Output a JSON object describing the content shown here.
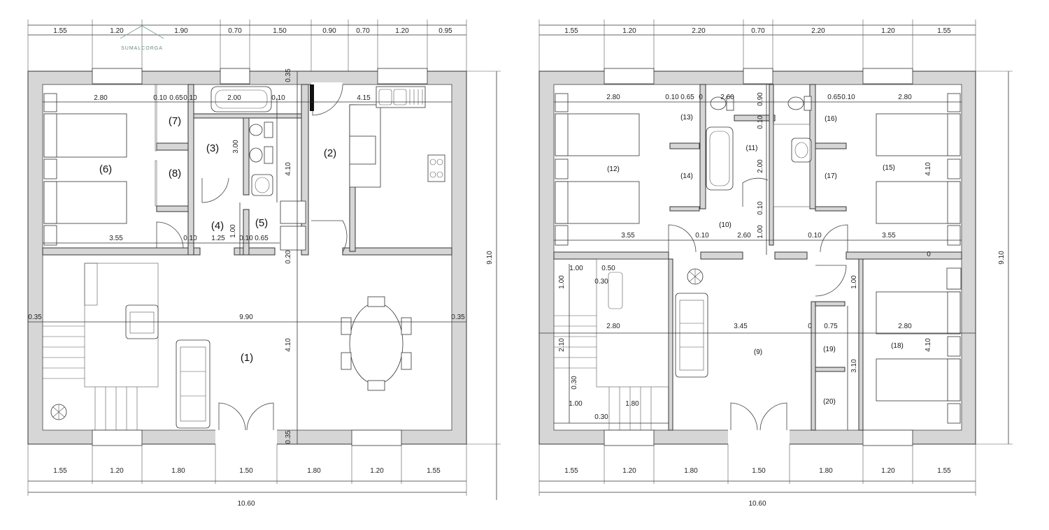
{
  "watermark": "SUMALCORGA",
  "ground_floor": {
    "top_dims": [
      "1.55",
      "1.20",
      "1.90",
      "0.70",
      "1.50",
      "0.90",
      "0.70",
      "1.20",
      "0.95"
    ],
    "bottom_dims": [
      "1.55",
      "1.20",
      "1.80",
      "1.50",
      "1.80",
      "1.20",
      "1.55"
    ],
    "total_width": "10.60",
    "total_height": "9.10",
    "rooms": {
      "r1": "(1)",
      "r2": "(2)",
      "r3": "(3)",
      "r4": "(4)",
      "r5": "(5)",
      "r6": "(6)",
      "r7": "(7)",
      "r8": "(8)"
    },
    "inner_dims": {
      "d280": "2.80",
      "d010a": "0.10",
      "d065a": "0.65",
      "d010b": "0.10",
      "d200": "2.00",
      "d010c": "0.10",
      "d415": "4.15",
      "d300": "3.00",
      "d410a": "4.10",
      "d355": "3.55",
      "d010d": "0.10",
      "d125": "1.25",
      "d100": "1.00",
      "d010e": "0.10",
      "d065b": "0.65",
      "d035a": "0.35",
      "d020": "0.20",
      "d990": "9.90",
      "d035b": "0.35",
      "d035c": "0.35",
      "d410b": "4.10",
      "d035d": "0.35"
    }
  },
  "upper_floor": {
    "top_dims": [
      "1.55",
      "1.20",
      "2.20",
      "0.70",
      "2.20",
      "1.20",
      "1.55"
    ],
    "bottom_dims": [
      "1.55",
      "1.20",
      "1.80",
      "1.50",
      "1.80",
      "1.20",
      "1.55"
    ],
    "total_width": "10.60",
    "total_height": "9.10",
    "rooms": {
      "r9": "(9)",
      "r10": "(10)",
      "r11": "(11)",
      "r12": "(12)",
      "r13": "(13)",
      "r14": "(14)",
      "r15": "(15)",
      "r16": "(16)",
      "r17": "(17)",
      "r18": "(18)",
      "r19": "(19)",
      "r20": "(20)"
    },
    "inner_dims": {
      "d280a": "2.80",
      "d010a": "0.10",
      "d065a": "0.65",
      "d0a": "0",
      "d260a": "2.60",
      "d090": "0.90",
      "d065b": "0.65",
      "d010b": "0.10",
      "d280b": "2.80",
      "d010c": "0.10",
      "d200": "2.00",
      "d410a": "4.10",
      "d355a": "3.55",
      "d010d": "0.10",
      "d260b": "2.60",
      "d100a": "1.00",
      "d010e": "0.10",
      "d355b": "3.55",
      "d010f": "0.10",
      "d100b": "1.00",
      "d050": "0.50",
      "d030a": "0.30",
      "d100c": "1.00",
      "d280c": "2.80",
      "d345": "3.45",
      "d0b": "0",
      "d075": "0.75",
      "d280d": "2.80",
      "d100d": "1.00",
      "d210": "2.10",
      "d310": "3.10",
      "d410b": "4.10",
      "d030b": "0.30",
      "d100e": "1.00",
      "d180": "1.80",
      "d030c": "0.30",
      "d0c": "0"
    }
  }
}
